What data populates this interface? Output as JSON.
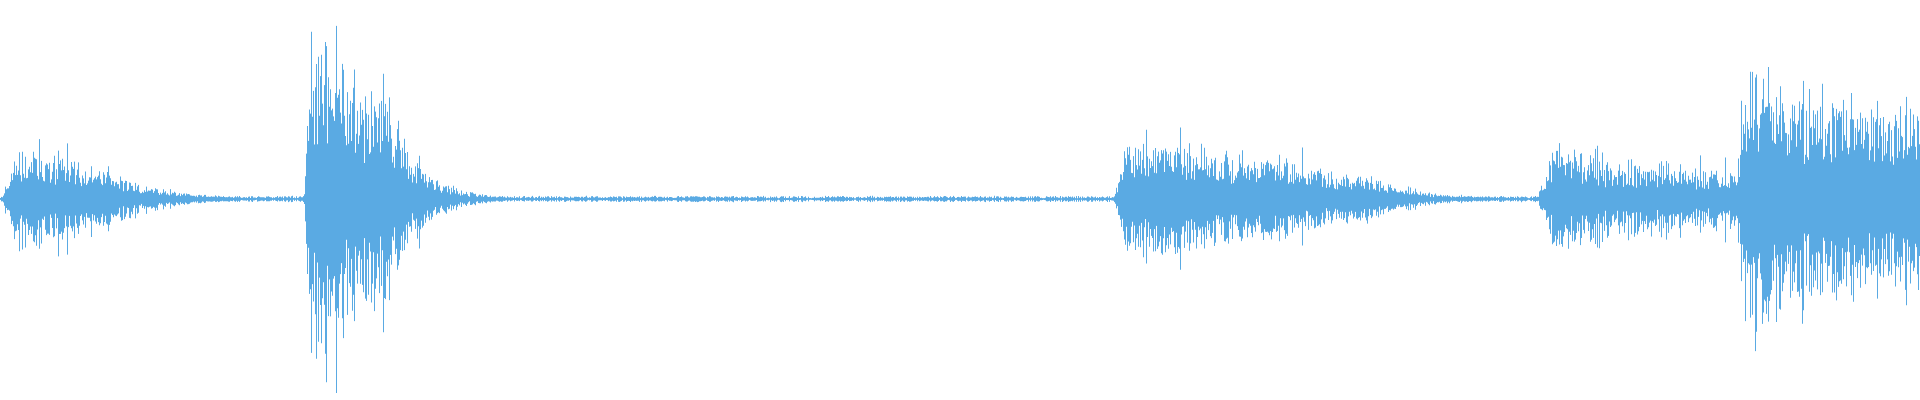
{
  "waveform": {
    "color": "#5aaae3",
    "background": "#ffffff",
    "samples_per_view": 1920,
    "events": [
      {
        "onset": 0.0,
        "peak": 0.3,
        "attack": 0.01,
        "decay": 0.03,
        "length": 0.06
      },
      {
        "onset": 0.158,
        "peak": 1.0,
        "attack": 0.004,
        "decay": 0.02,
        "length": 0.045
      },
      {
        "onset": 0.58,
        "peak": 0.4,
        "attack": 0.008,
        "decay": 0.035,
        "length": 0.1
      },
      {
        "onset": 0.68,
        "peak": 0.18,
        "attack": 0.004,
        "decay": 0.03,
        "length": 0.04
      },
      {
        "onset": 0.8,
        "peak": 0.3,
        "attack": 0.01,
        "decay": 0.03,
        "length": 0.1
      },
      {
        "onset": 0.904,
        "peak": 0.85,
        "attack": 0.004,
        "decay": 0.045,
        "length": 0.096
      }
    ],
    "noise_floor": 0.012
  }
}
